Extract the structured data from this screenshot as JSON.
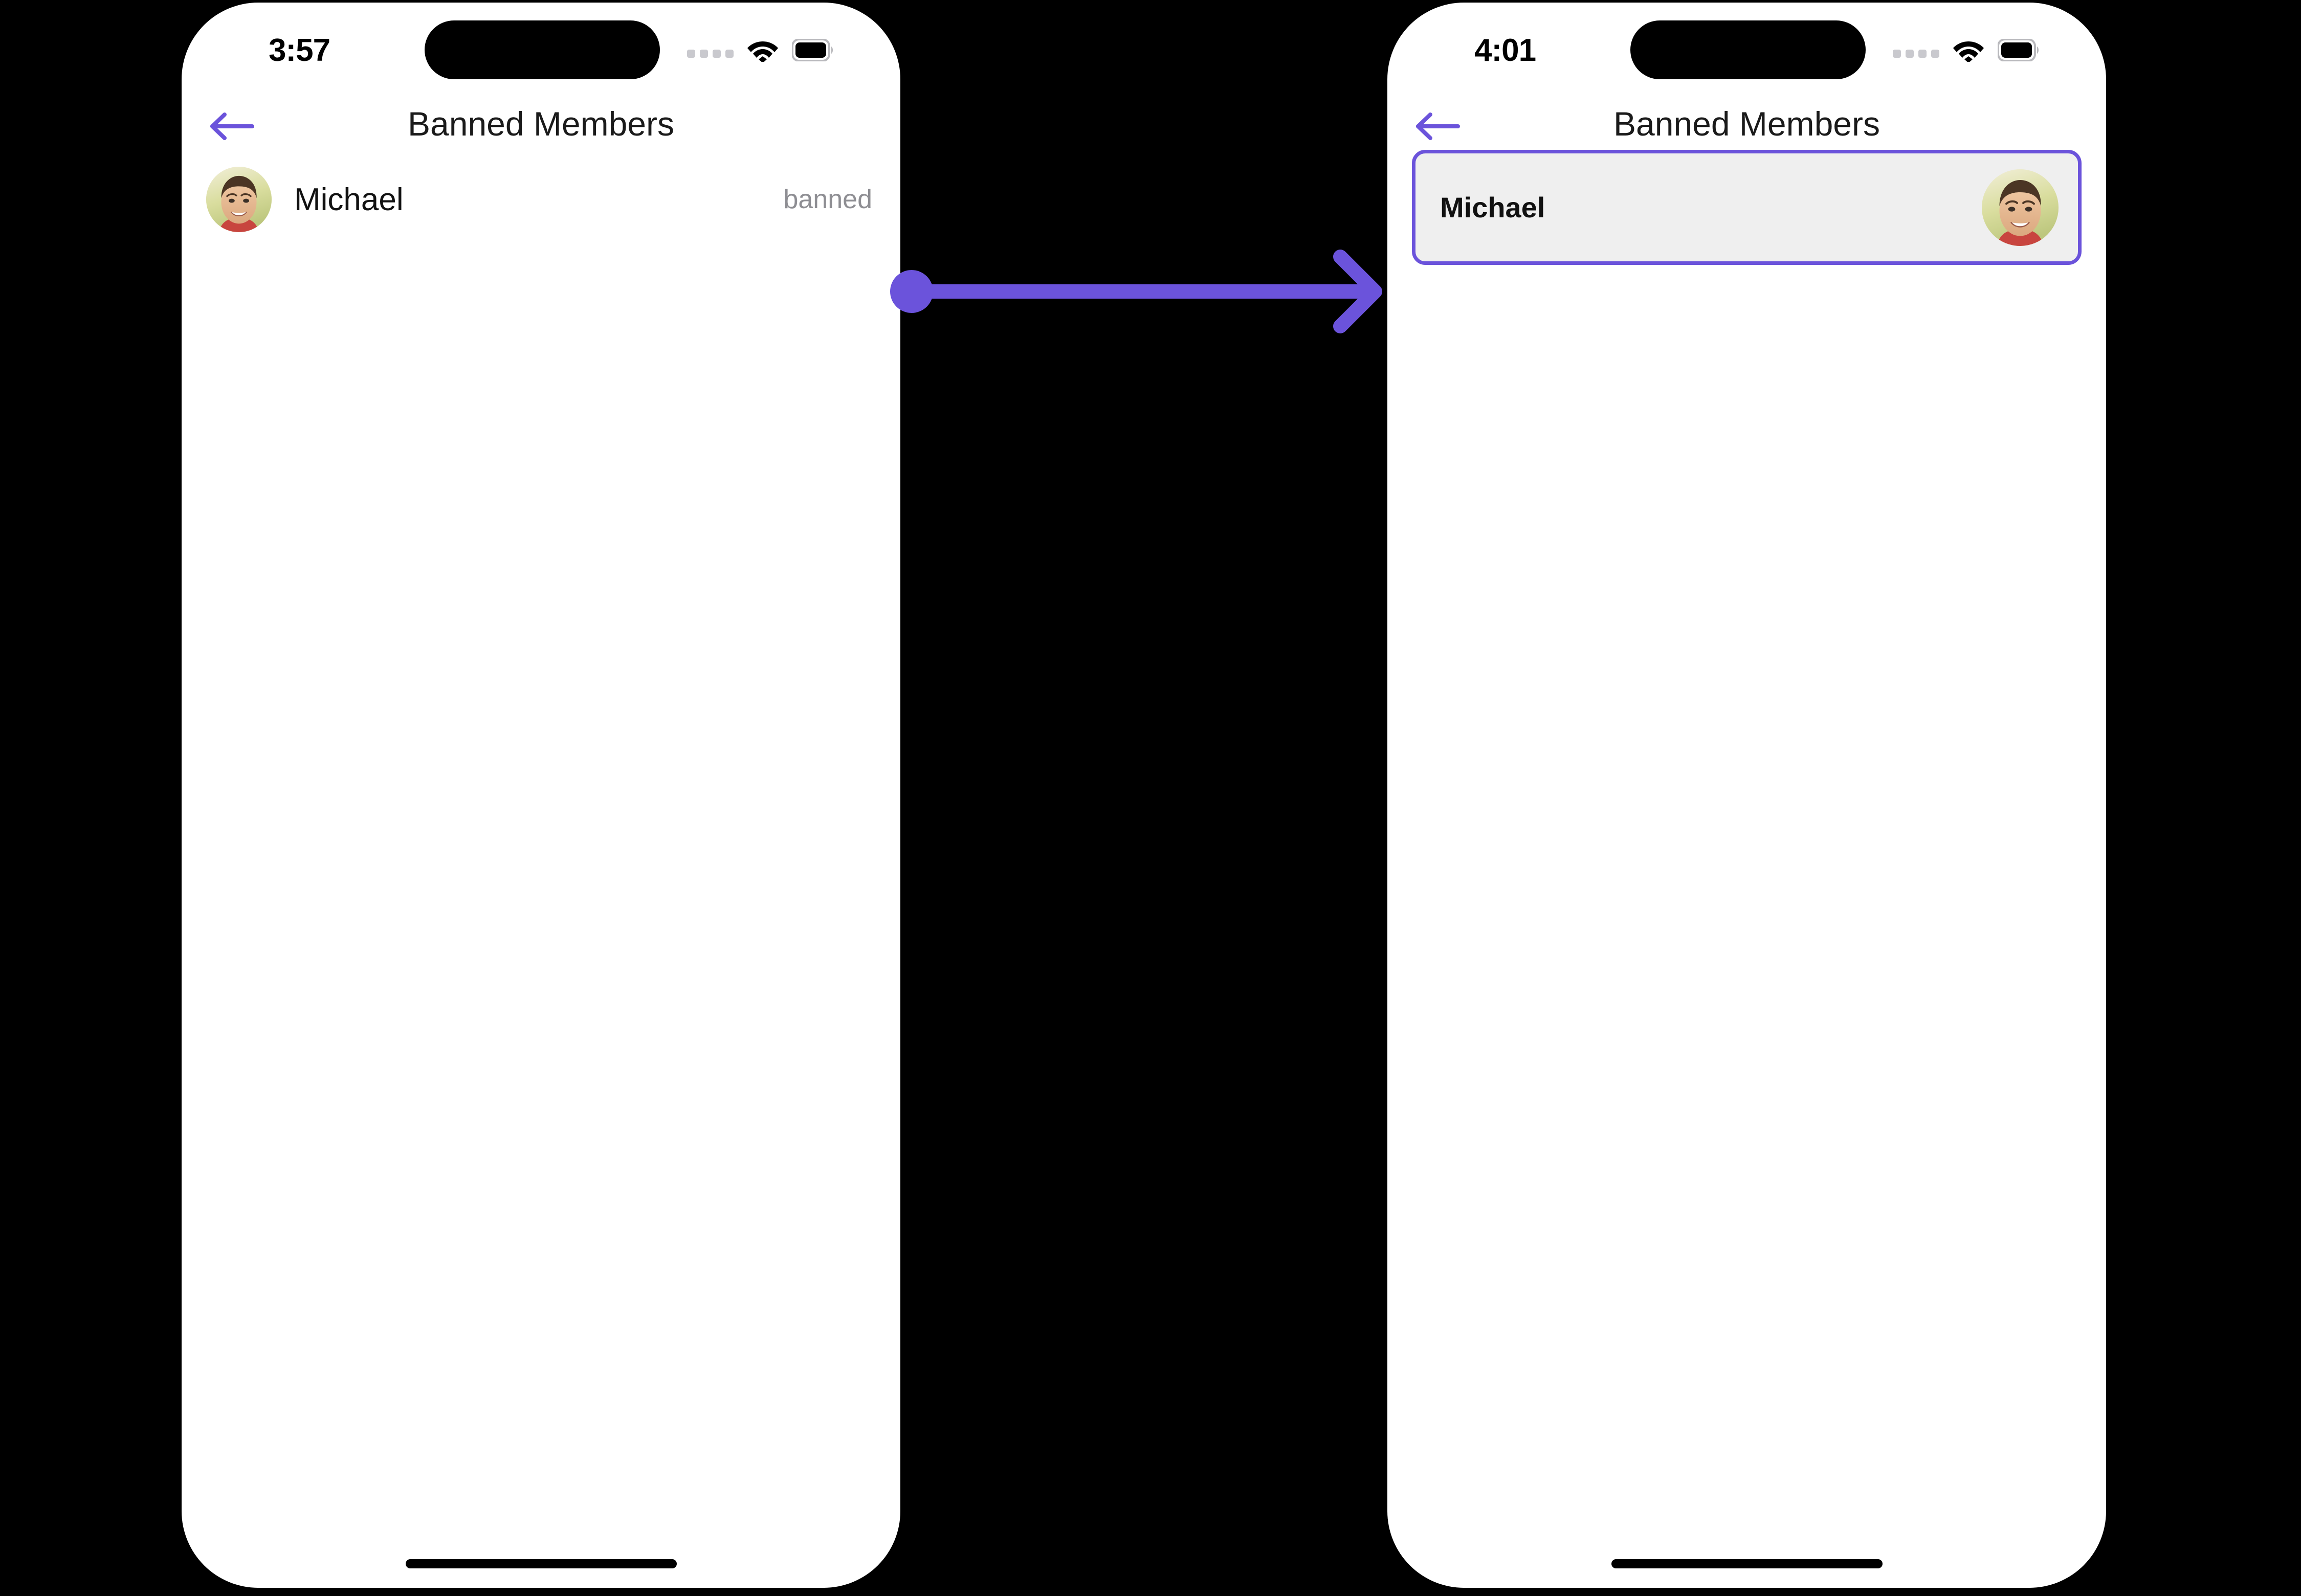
{
  "theme": {
    "accent_purple": "#6B53DB",
    "background": "#000000",
    "screen_background": "#FFFFFF",
    "highlight_row_background": "#EFEFEF",
    "muted_text": "#8E8E93",
    "primary_text": "#111111"
  },
  "screens": [
    {
      "id": "before",
      "status_bar": {
        "time": "3:57",
        "signal_icon": "signal-dots-icon",
        "wifi_icon": "wifi-icon",
        "battery_icon": "battery-full-icon"
      },
      "nav": {
        "back_icon": "arrow-left-icon",
        "title": "Banned Members"
      },
      "list": [
        {
          "avatar_icon": "user-avatar-photo",
          "name": "Michael",
          "status": "banned"
        }
      ],
      "home_indicator": "home-indicator"
    },
    {
      "id": "after",
      "status_bar": {
        "time": "4:01",
        "signal_icon": "signal-dots-icon",
        "wifi_icon": "wifi-icon",
        "battery_icon": "battery-full-icon"
      },
      "nav": {
        "back_icon": "arrow-left-icon",
        "title": "Banned Members"
      },
      "list": [
        {
          "avatar_icon": "user-avatar-photo",
          "name": "Michael",
          "status": ""
        }
      ],
      "home_indicator": "home-indicator"
    }
  ],
  "annotation": {
    "type": "transition-arrow",
    "direction": "left-to-right",
    "start_marker": "dot",
    "end_marker": "arrowhead",
    "color": "#6B53DB"
  }
}
